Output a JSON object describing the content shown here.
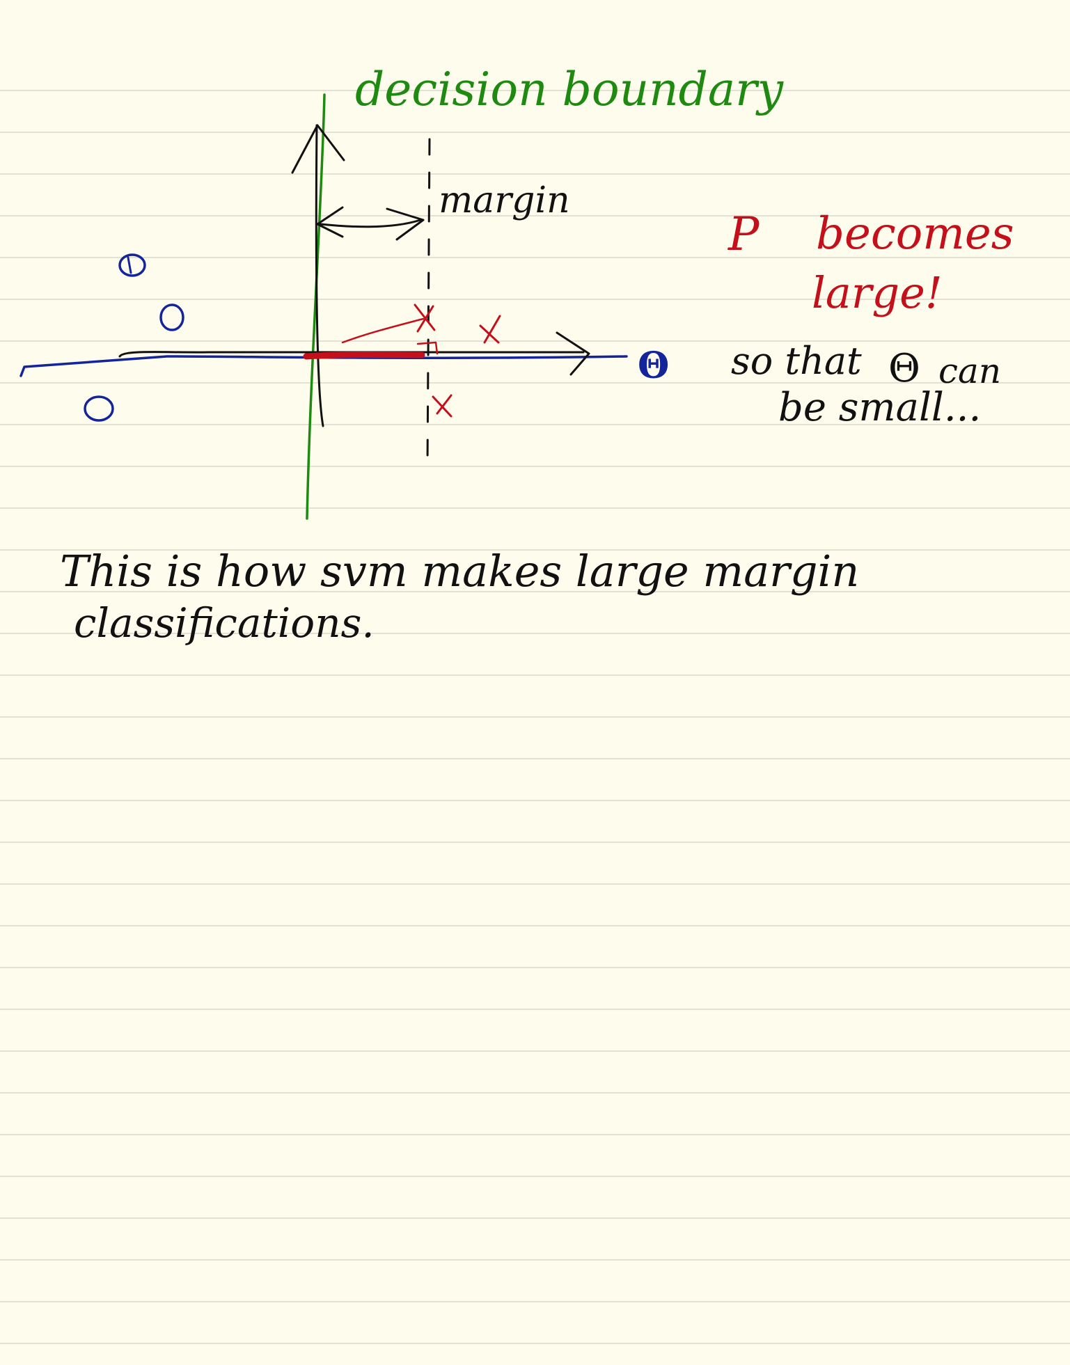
{
  "colors": {
    "paper": "#fefcec",
    "rule_line": "#d9d8cc",
    "green_ink": "#1e8a12",
    "red_ink": "#c4101a",
    "black_ink": "#111111",
    "blue_ink": "#14249a"
  },
  "labels": {
    "decision_boundary": "decision boundary",
    "margin": "margin",
    "p": "P",
    "becomes": "becomes",
    "large": "large!",
    "so_that": "so that",
    "theta_symbol": "Θ",
    "can": "can",
    "be_small": "be small...",
    "axis_theta": "Θ",
    "conclusion_line1": "This is how svm makes large margin",
    "conclusion_line2": "classifications."
  },
  "points": {
    "negative_marker": "O",
    "positive_marker": "x"
  }
}
